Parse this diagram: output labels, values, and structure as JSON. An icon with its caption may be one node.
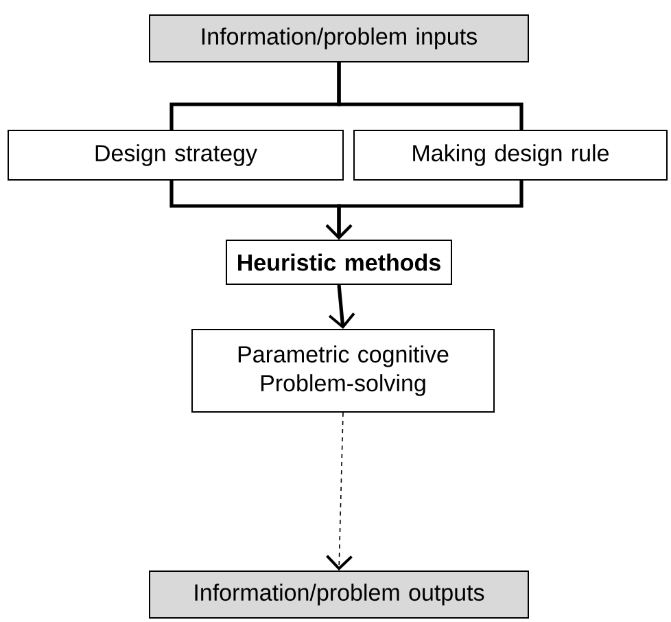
{
  "diagram": {
    "nodes": [
      {
        "text": [
          "Information/problem inputs"
        ]
      },
      {
        "text": [
          "Design strategy"
        ]
      },
      {
        "text": [
          "Making design rule"
        ]
      },
      {
        "text": [
          "Heuristic methods"
        ]
      },
      {
        "text": [
          "Parametric cognitive Problem-solving"
        ]
      },
      {
        "text": [
          "Information/problem outputs"
        ]
      }
    ],
    "edges": [
      {
        "from": 0,
        "to": 1,
        "arrow": "none"
      },
      {
        "from": 0,
        "to": 2,
        "arrow": "none"
      },
      {
        "from": 1,
        "to": 3,
        "arrow": "to"
      },
      {
        "from": 2,
        "to": 3,
        "arrow": "to"
      },
      {
        "from": 3,
        "to": 4,
        "arrow": "to"
      },
      {
        "from": 4,
        "to": 5,
        "arrow": "to",
        "style": "dashed"
      }
    ]
  }
}
